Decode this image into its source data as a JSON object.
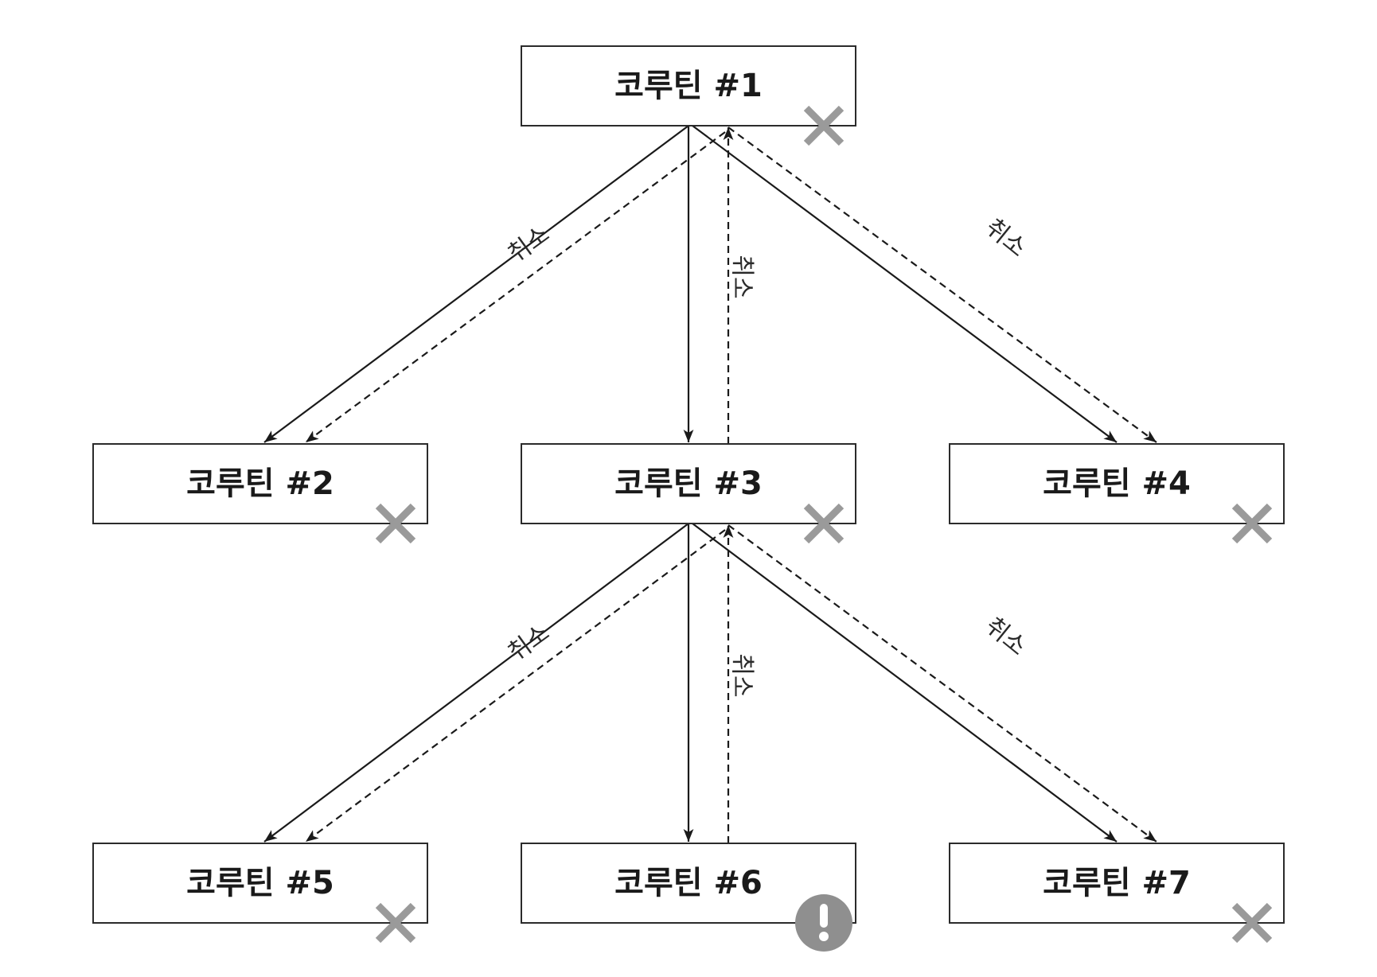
{
  "nodes": [
    {
      "id": "c1",
      "label": "코루틴 #1",
      "status": "cancelled"
    },
    {
      "id": "c2",
      "label": "코루틴 #2",
      "status": "cancelled"
    },
    {
      "id": "c3",
      "label": "코루틴 #3",
      "status": "cancelled"
    },
    {
      "id": "c4",
      "label": "코루틴 #4",
      "status": "cancelled"
    },
    {
      "id": "c5",
      "label": "코루틴 #5",
      "status": "cancelled"
    },
    {
      "id": "c6",
      "label": "코루틴 #6",
      "status": "exception"
    },
    {
      "id": "c7",
      "label": "코루틴 #7",
      "status": "cancelled"
    }
  ],
  "edges": [
    {
      "from": "c1",
      "to": "c2",
      "cancel_label": "취소"
    },
    {
      "from": "c1",
      "to": "c3",
      "cancel_label": "취소"
    },
    {
      "from": "c1",
      "to": "c4",
      "cancel_label": "취소"
    },
    {
      "from": "c3",
      "to": "c5",
      "cancel_label": "취소"
    },
    {
      "from": "c3",
      "to": "c6",
      "cancel_label": "취소"
    },
    {
      "from": "c3",
      "to": "c7",
      "cancel_label": "취소"
    }
  ],
  "colors": {
    "cancel_mark": "#9a9a9a",
    "exception_mark": "#8f8f8f"
  }
}
